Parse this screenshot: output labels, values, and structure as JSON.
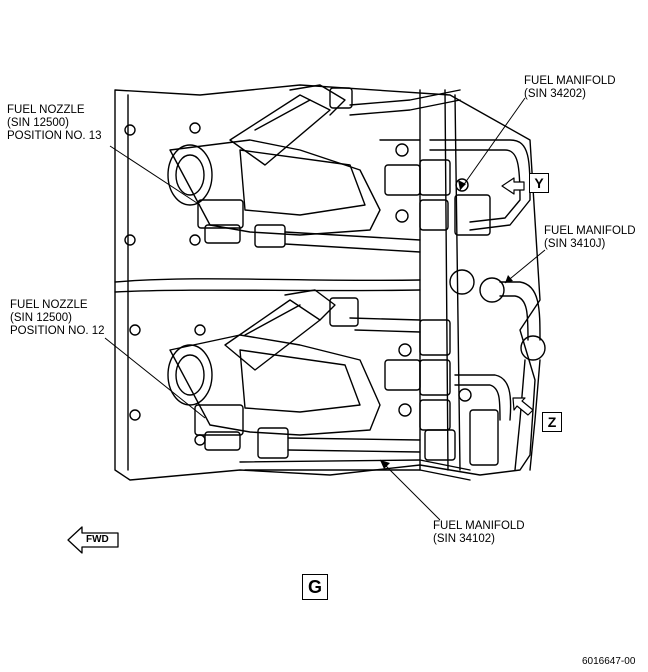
{
  "callouts": {
    "nozzle_13": {
      "line1": "FUEL NOZZLE",
      "line2": "(SIN 12500)",
      "line3": "POSITION NO. 13"
    },
    "nozzle_12": {
      "line1": "FUEL NOZZLE",
      "line2": "(SIN 12500)",
      "line3": "POSITION NO. 12"
    },
    "manifold_34202": {
      "line1": "FUEL MANIFOLD",
      "line2": "(SIN 34202)"
    },
    "manifold_3410j": {
      "line1": "FUEL MANIFOLD",
      "line2": "(SIN 3410J)"
    },
    "manifold_34102": {
      "line1": "FUEL MANIFOLD",
      "line2": "(SIN 34102)"
    }
  },
  "view_markers": {
    "y": "Y",
    "z": "Z"
  },
  "direction_arrow": {
    "label": "FWD"
  },
  "view_label": "G",
  "figure_id": "6016647-00"
}
